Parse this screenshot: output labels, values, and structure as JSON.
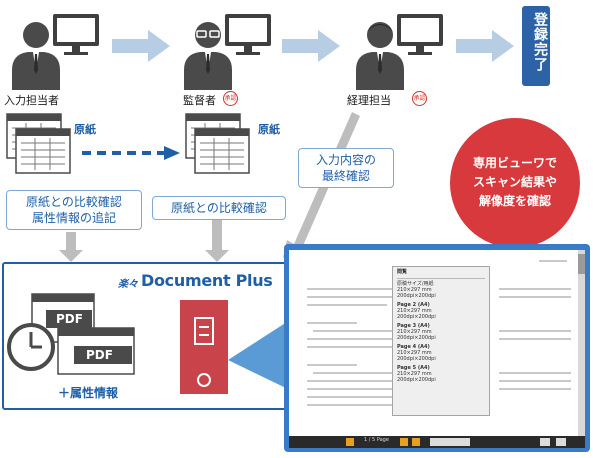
{
  "roles": {
    "input": "入力担当者",
    "supervisor": "監督者",
    "manager": "経理担当"
  },
  "seal_text": "承認",
  "complete_label": "登録完了",
  "original_paper_1": "原紙",
  "original_paper_2": "原紙",
  "callouts": {
    "compare_and_attr": "原紙との比較確認\n属性情報の追記",
    "compare": "原紙との比較確認",
    "final_check": "入力内容の\n最終確認"
  },
  "feature_circle": "専用ビューワで\nスキャン結果や\n解像度を確認",
  "product": {
    "logo_mark": "楽々",
    "name": "Document Plus"
  },
  "pdf_label": "PDF",
  "attribute_label": "＋属性情報",
  "viewer": {
    "pane_header": "閲覧",
    "pages": [
      {
        "title": "原稿サイズ/用紙",
        "size": "210×297 mm",
        "res": "200dpi×200dpi"
      },
      {
        "title": "Page 2  (A4)",
        "size": "210×297 mm",
        "res": "200dpi×200dpi"
      },
      {
        "title": "Page 3  (A4)",
        "size": "210×297 mm",
        "res": "200dpi×200dpi"
      },
      {
        "title": "Page 4  (A4)",
        "size": "210×297 mm",
        "res": "200dpi×200dpi"
      },
      {
        "title": "Page 5  (A4)",
        "size": "210×297 mm",
        "res": "200dpi×200dpi"
      }
    ],
    "toolbar_page": "1 / 5 Page"
  },
  "colors": {
    "arrow": "#b7cde3",
    "dark_blue": "#1f5fa8",
    "complete_bg": "#2b63a6",
    "circle": "#d8393d",
    "red_box": "#c8434a",
    "person": "#4a4a4a"
  }
}
